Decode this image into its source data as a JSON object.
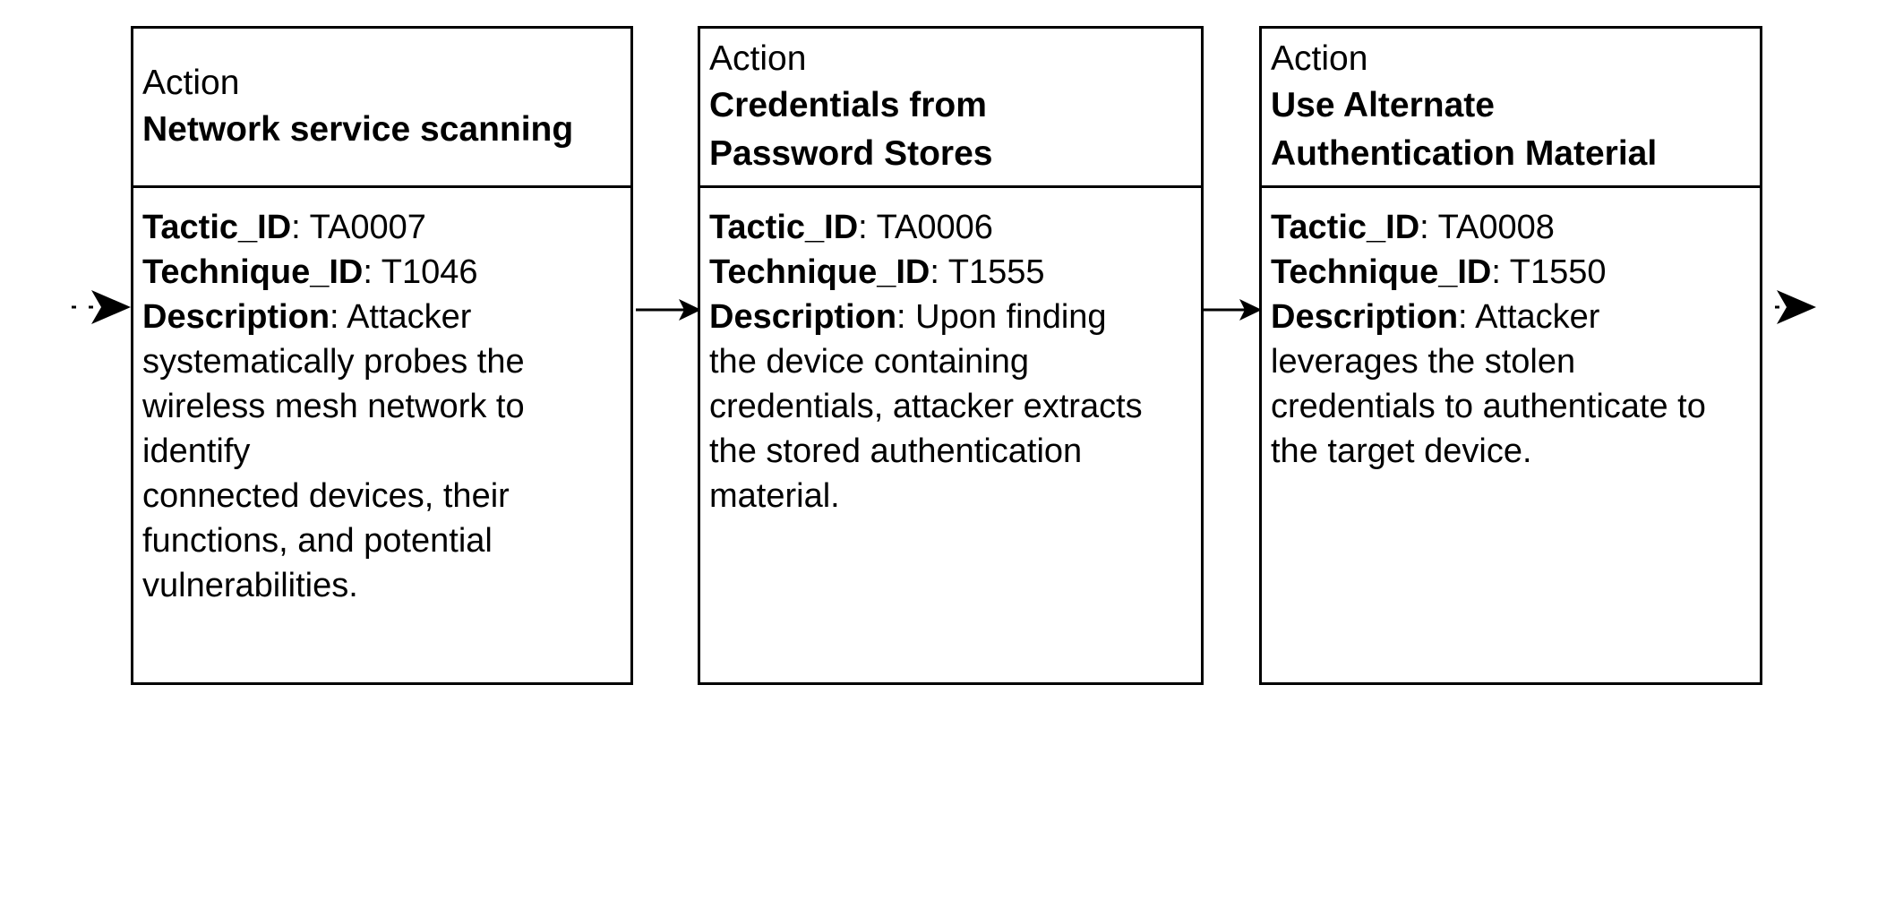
{
  "cards": [
    {
      "kind": "Action",
      "title": "Network service scanning",
      "tactic_key": "Tactic_ID",
      "tactic_value": "TA0007",
      "technique_key": "Technique_ID",
      "technique_value": "T1046",
      "description_key": "Description",
      "description_value": "Attacker\nsystematically probes the\nwireless mesh network to\nidentify\nconnected devices, their\nfunctions, and potential\nvulnerabilities."
    },
    {
      "kind": "Action",
      "title": "Credentials from\nPassword Stores",
      "tactic_key": "Tactic_ID",
      "tactic_value": "TA0006",
      "technique_key": "Technique_ID",
      "technique_value": "T1555",
      "description_key": "Description",
      "description_value": "Upon finding\nthe device containing\ncredentials, attacker extracts\nthe stored authentication\nmaterial."
    },
    {
      "kind": "Action",
      "title": "Use Alternate\nAuthentication Material",
      "tactic_key": "Tactic_ID",
      "tactic_value": "TA0008",
      "technique_key": "Technique_ID",
      "technique_value": "T1550",
      "description_key": "Description",
      "description_value": "Attacker\nleverages the stolen\ncredentials to authenticate to\nthe target device."
    }
  ],
  "colors": {
    "stroke": "#000000",
    "background": "#ffffff"
  }
}
